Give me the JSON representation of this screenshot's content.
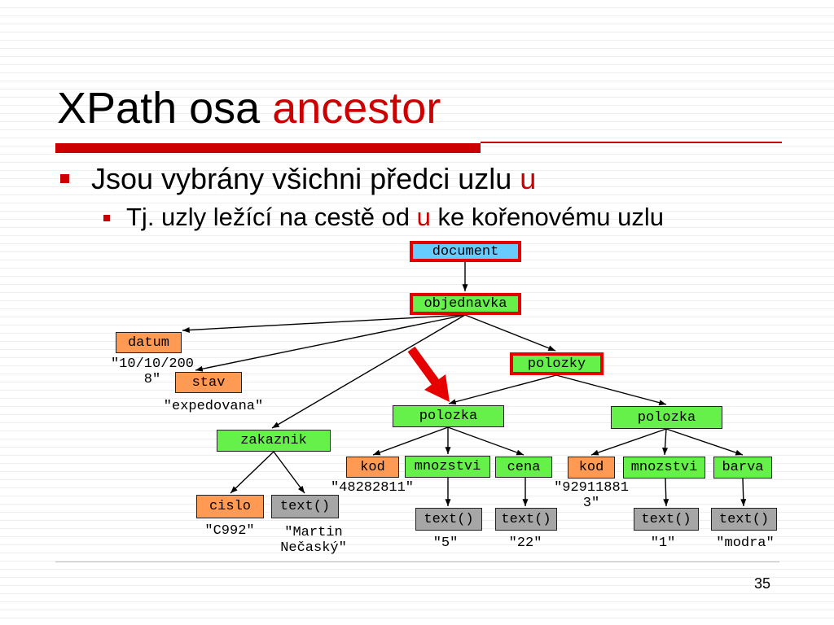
{
  "slide": {
    "title": {
      "text": "XPath osa",
      "highlight": "ancestor"
    },
    "bullet_1": {
      "text": "Jsou vybrány všichni předci uzlu",
      "highlight": "u"
    },
    "bullet_2": {
      "before": "Tj. uzly ležící na cestě od",
      "highlight": "u",
      "after": "ke kořenovému uzlu"
    },
    "page_number": "35"
  },
  "tree": {
    "nodes": {
      "document": {
        "label": "document",
        "fill": "blue",
        "highlighted": true
      },
      "objednavka": {
        "label": "objednavka",
        "fill": "green",
        "highlighted": true
      },
      "datum": {
        "label": "datum",
        "fill": "orange",
        "highlighted": false
      },
      "stav": {
        "label": "stav",
        "fill": "orange",
        "highlighted": false
      },
      "polozky": {
        "label": "polozky",
        "fill": "green",
        "highlighted": true
      },
      "polozka_1": {
        "label": "polozka",
        "fill": "green",
        "highlighted": false
      },
      "polozka_2": {
        "label": "polozka",
        "fill": "green",
        "highlighted": false
      },
      "zakaznik": {
        "label": "zakaznik",
        "fill": "green",
        "highlighted": false
      },
      "kod_1": {
        "label": "kod",
        "fill": "orange",
        "highlighted": false
      },
      "mnozstvi_1": {
        "label": "mnozstvi",
        "fill": "green",
        "highlighted": false
      },
      "cena": {
        "label": "cena",
        "fill": "green",
        "highlighted": false
      },
      "kod_2": {
        "label": "kod",
        "fill": "orange",
        "highlighted": false
      },
      "mnozstvi_2": {
        "label": "mnozstvi",
        "fill": "green",
        "highlighted": false
      },
      "barva": {
        "label": "barva",
        "fill": "green",
        "highlighted": false
      },
      "cislo": {
        "label": "cislo",
        "fill": "orange",
        "highlighted": false
      },
      "text_zakaznik": {
        "label": "text()",
        "fill": "gray",
        "highlighted": false
      },
      "text_mnozstvi_1": {
        "label": "text()",
        "fill": "gray",
        "highlighted": false
      },
      "text_cena": {
        "label": "text()",
        "fill": "gray",
        "highlighted": false
      },
      "text_mnozstvi_2": {
        "label": "text()",
        "fill": "gray",
        "highlighted": false
      },
      "text_barva": {
        "label": "text()",
        "fill": "gray",
        "highlighted": false
      }
    },
    "values": {
      "datum": "\"10/10/2008\"",
      "stav": "\"expedovana\"",
      "kod_1": "\"48282811\"",
      "kod_2": "\"929118813\"",
      "cislo": "\"C992\"",
      "text_zakaznik": "\"Martin Nečaský\"",
      "text_mnozstvi_1": "\"5\"",
      "text_cena": "\"22\"",
      "text_mnozstvi_2": "\"1\"",
      "text_barva": "\"modra\""
    }
  },
  "colors": {
    "accent": "#cc0000",
    "highlight_border": "#e60000",
    "blue": "#66ccff",
    "green": "#66f04a",
    "orange": "#ff9a55",
    "gray": "#a6a6a6"
  }
}
